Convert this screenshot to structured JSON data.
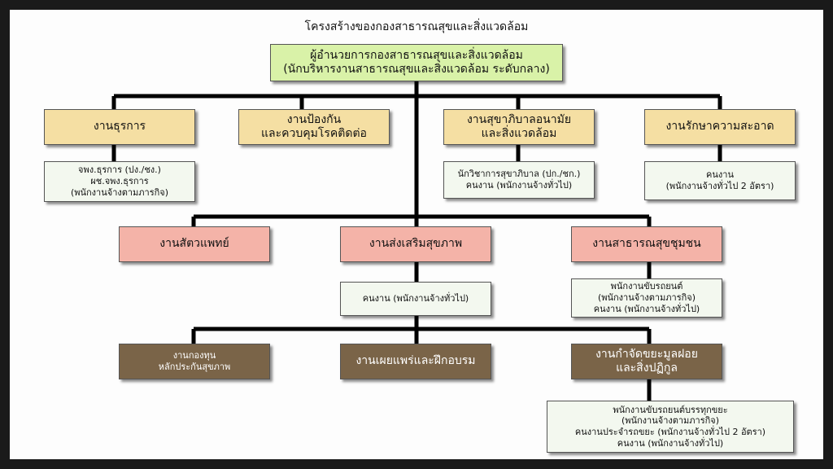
{
  "title": "โครงสร้างของกองสาธารณสุขและสิ่งแวดล้อม",
  "director": "ผู้อำนวยการกองสาธารณสุขและสิ่งแวดล้อม\n(นักบริหารงานสาธารณสุขและสิ่งแวดล้อม ระดับกลาง)",
  "row1": [
    {
      "label": "งานธุรการ",
      "staff": "จพง.ธุรการ (ปง./ชง.)\nผช.จพง.ธุรการ\n(พนักงานจ้างตามภารกิจ)"
    },
    {
      "label": "งานป้องกัน\nและควบคุมโรคติดต่อ"
    },
    {
      "label": "งานสุขาภิบาลอนามัย\nและสิ่งแวดล้อม",
      "staff": "นักวิชาการสุขาภิบาล (ปก./ชก.)\nคนงาน (พนักงานจ้างทั่วไป)"
    },
    {
      "label": "งานรักษาความสะอาด",
      "staff": "คนงาน\n(พนักงานจ้างทั่วไป 2 อัตรา)"
    }
  ],
  "row2": [
    {
      "label": "งานสัตวแพทย์"
    },
    {
      "label": "งานส่งเสริมสุขภาพ",
      "staff": "คนงาน (พนักงานจ้างทั่วไป)"
    },
    {
      "label": "งานสาธารณสุขชุมชน",
      "staff": "พนักงานขับรถยนต์\n(พนักงานจ้างตามภารกิจ)\nคนงาน (พนักงานจ้างทั่วไป)"
    }
  ],
  "row3": [
    {
      "label": "งานกองทุน\nหลักประกันสุขภาพ"
    },
    {
      "label": "งานเผยแพร่และฝึกอบรม"
    },
    {
      "label": "งานกำจัดขยะมูลฝอย\nและสิ่งปฏิกูล",
      "staff": "พนักงานขับรถยนต์บรรทุกขยะ\n(พนักงานจ้างตามภารกิจ)\nคนงานประจำรถขยะ (พนักงานจ้างทั่วไป 2 อัตรา)\nคนงาน (พนักงานจ้างทั่วไป)"
    }
  ],
  "colors": {
    "director": "#d9f2a8",
    "row1": "#f5dfa3",
    "row2": "#f4b3a8",
    "row3": "#7a6448",
    "staff": "#f3f8ef"
  }
}
